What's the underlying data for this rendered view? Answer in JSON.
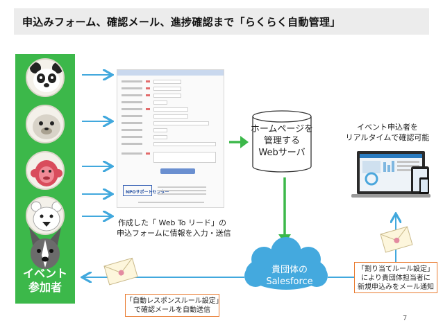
{
  "slide": {
    "title": "申込みフォーム、確認メール、進捗確認まで「らくらく自動管理」",
    "page_number": "7"
  },
  "left_panel": {
    "label_line1": "イベント",
    "label_line2": "参加者",
    "animals": [
      "panda-icon",
      "seal-icon",
      "monkey-icon",
      "polar-bear-icon",
      "dog-icon"
    ]
  },
  "form_caption": {
    "line1": "作成した「 Web To リード」の",
    "line2": "申込フォームに情報を入力・送信"
  },
  "form_screenshot": {
    "logo_text": "NPOサポートセンター"
  },
  "homepage_db": {
    "line1": "ホームページを",
    "line2": "管理する",
    "line3": "Webサーバ"
  },
  "salesforce": {
    "line1": "貴団体の",
    "line2": "Salesforce"
  },
  "realtime_caption": {
    "line1": "イベント申込者を",
    "line2": "リアルタイムで確認可能"
  },
  "assign_rule_note": {
    "line1": "「割り当てルール設定」",
    "line2": "により貴団体担当者に",
    "line3": "新規申込みをメール通知"
  },
  "auto_response_note": {
    "line1": "「自動レスポンスルール設定」",
    "line2": "で確認メールを自動送信"
  },
  "colors": {
    "green": "#3cb84a",
    "blue_arrow": "#41a8dd",
    "cloud": "#44a9de",
    "note_border": "#e97a2e"
  }
}
